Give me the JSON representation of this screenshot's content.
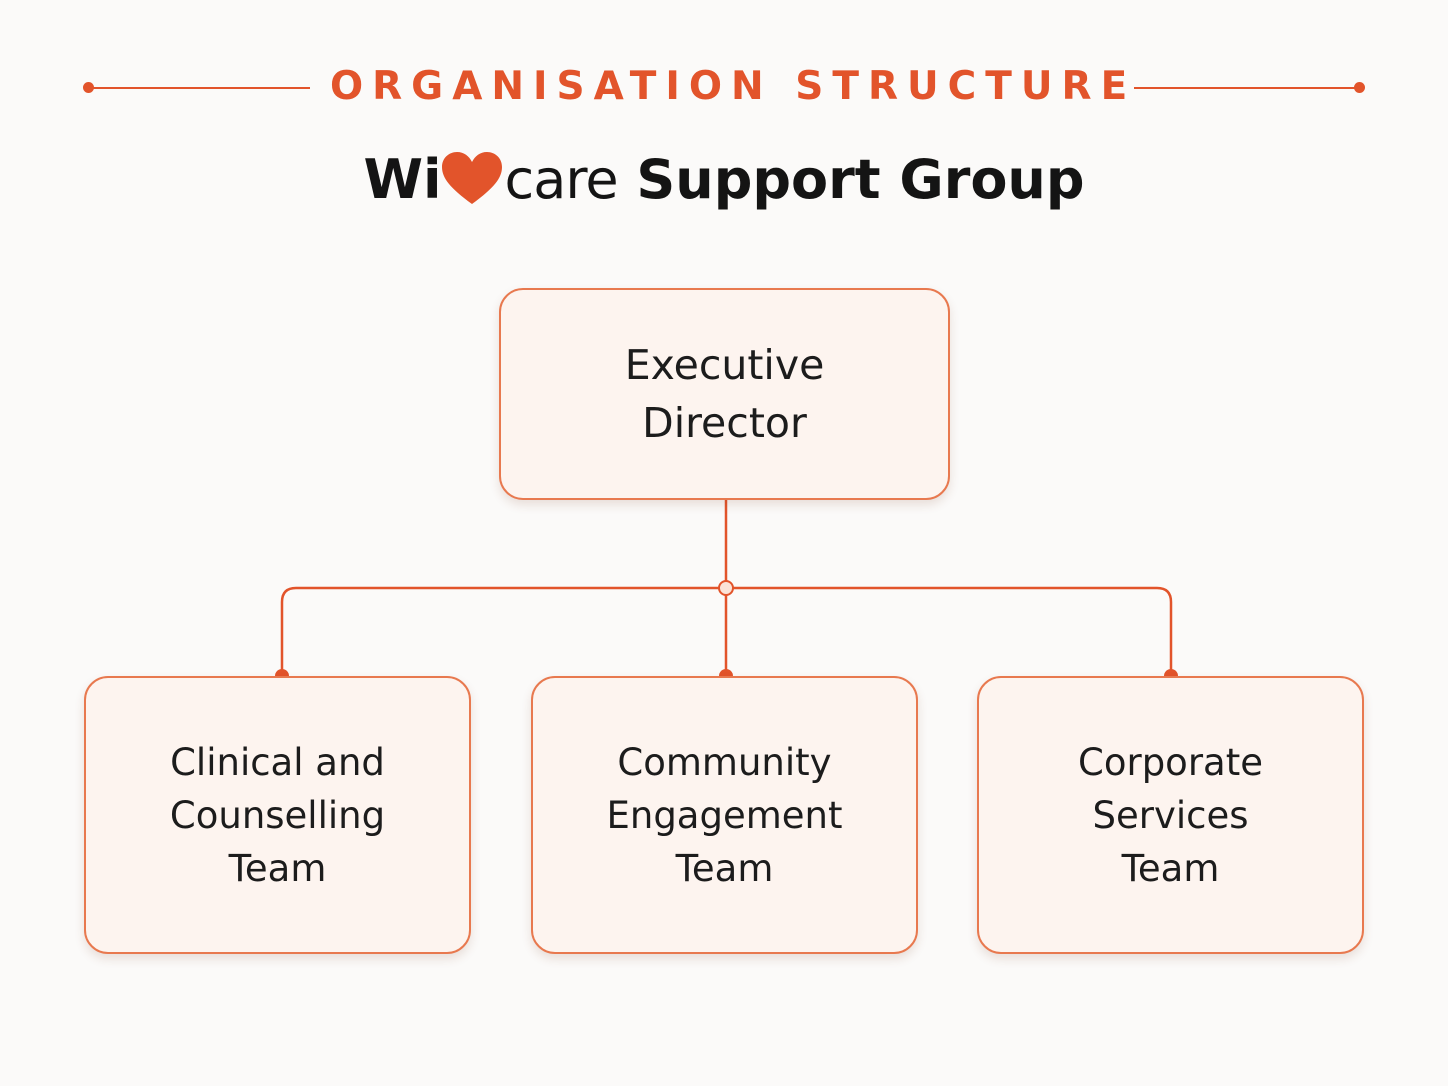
{
  "header": {
    "eyebrow": "ORGANISATION STRUCTURE",
    "brand": {
      "part1": "Wi",
      "heart": "heart-icon",
      "part2": "care",
      "part3": " Support Group"
    }
  },
  "chart": {
    "root": {
      "label": "Executive\nDirector"
    },
    "children": [
      {
        "label": "Clinical and\nCounselling\nTeam"
      },
      {
        "label": "Community\nEngagement\nTeam"
      },
      {
        "label": "Corporate\nServices\nTeam"
      }
    ]
  },
  "colors": {
    "accent": "#e2542b",
    "node_border": "#e8794f",
    "node_fill": "#fdf4ef",
    "text": "#1c1c1c",
    "background": "#fbfaf9"
  }
}
